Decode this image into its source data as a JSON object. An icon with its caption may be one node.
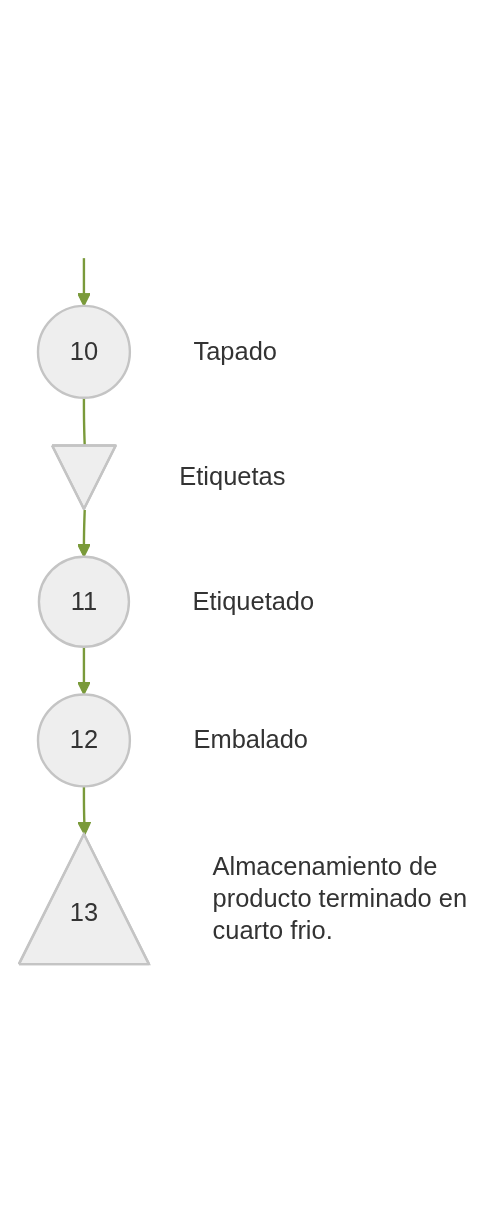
{
  "diagram": {
    "nodes": [
      {
        "text": [
          "10"
        ],
        "beside": [
          "Tapado"
        ]
      },
      {
        "text": [],
        "shape": "triangle",
        "beside": [
          "Etiquetas"
        ]
      },
      {
        "text": [
          "11"
        ],
        "beside": [
          "Etiquetado"
        ]
      },
      {
        "text": [
          "12"
        ],
        "beside": [
          "Embalado"
        ]
      },
      {
        "text": [
          "13"
        ],
        "beside": [
          "Almacenamiento de producto terminado en cuarto frio."
        ]
      }
    ],
    "edges": [
      {
        "from": null,
        "to": 0,
        "arrow": "to"
      },
      {
        "from": 0,
        "to": 1,
        "arrow": "none"
      },
      {
        "from": 1,
        "to": 2,
        "arrow": "to"
      },
      {
        "from": 2,
        "to": 3,
        "arrow": "to"
      },
      {
        "from": 3,
        "to": 4,
        "arrow": "to"
      }
    ]
  }
}
